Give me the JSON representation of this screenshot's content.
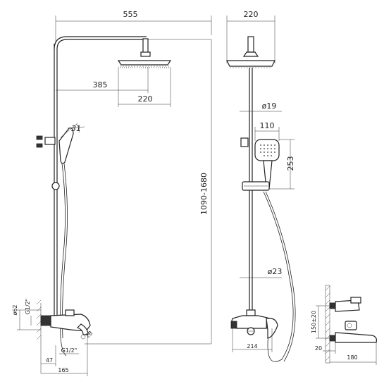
{
  "dimensions": {
    "total_width": "555",
    "head_arm": "385",
    "head_width_side": "220",
    "height_range": "1090-1680",
    "handshower_angle": "31",
    "pipe_d62": "ø62",
    "g_half_left": "G1/2\"",
    "g_half_bottom": "G1/2\"",
    "bottom_47": "47",
    "bottom_165": "165",
    "head_width_front": "220",
    "pipe_d19": "ø19",
    "handshower_width": "110",
    "handshower_length": "253",
    "pipe_d23": "ø23",
    "mixer_214": "214",
    "detail_150": "150±20",
    "detail_20": "20",
    "detail_180": "180"
  }
}
